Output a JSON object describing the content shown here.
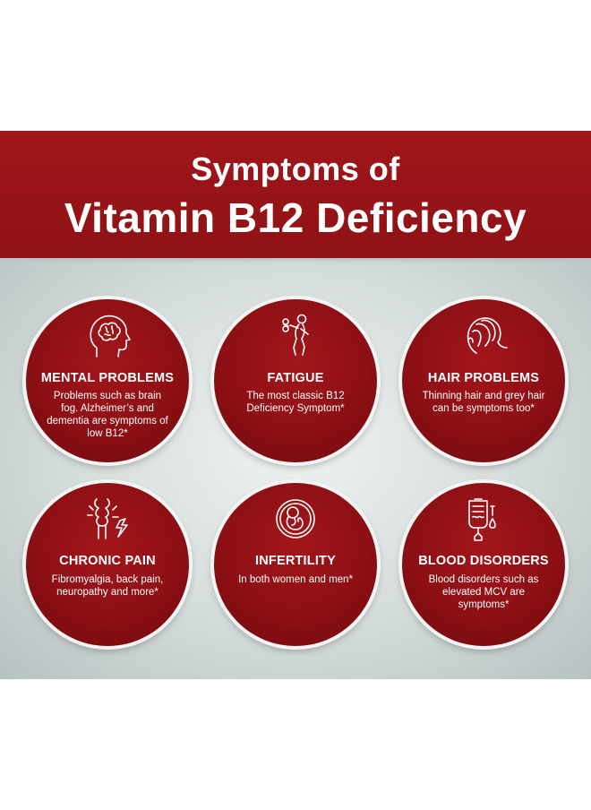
{
  "header": {
    "line1": "Symptoms of",
    "line2": "Vitamin B12 Deficiency"
  },
  "symptoms": [
    {
      "icon": "brain-head-icon",
      "title": "MENTAL PROBLEMS",
      "description": "Problems such as brain fog. Alzheimer’s and dementia are symptoms of low B12*"
    },
    {
      "icon": "tired-person-icon",
      "title": "FATIGUE",
      "description": "The most classic B12 Deficiency Symptom*"
    },
    {
      "icon": "hair-icon",
      "title": "HAIR PROBLEMS",
      "description": "Thinning hair and grey hair can be symptoms too*"
    },
    {
      "icon": "joint-pain-icon",
      "title": "CHRONIC PAIN",
      "description": "Fibromyalgia, back pain, neuropathy and more*"
    },
    {
      "icon": "fetus-icon",
      "title": "INFERTILITY",
      "description": "In both women and men*"
    },
    {
      "icon": "blood-bag-icon",
      "title": "BLOOD DISORDERS",
      "description": "Blood disorders such as elevated MCV are symptoms*"
    }
  ],
  "colors": {
    "banner_red": "#9a1418",
    "circle_red": "#8a0f14",
    "text": "#ffffff",
    "panel_bg": "#d5dcdc"
  }
}
